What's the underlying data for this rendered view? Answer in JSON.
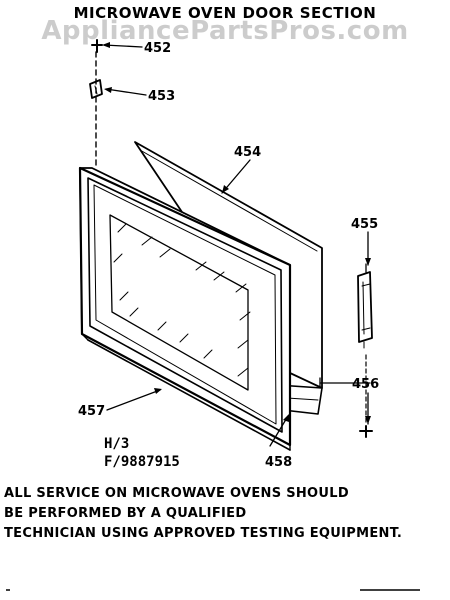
{
  "title": "MICROWAVE OVEN DOOR SECTION",
  "watermark": "AppliancePartsPros.com",
  "parts": {
    "p452": "452",
    "p453": "453",
    "p454": "454",
    "p455": "455",
    "p456": "456",
    "p457": "457",
    "p458": "458"
  },
  "codes": {
    "line1": "H/3",
    "line2": "F/9887915"
  },
  "notice": [
    "ALL SERVICE ON MICROWAVE OVENS SHOULD",
    "BE PERFORMED BY A QUALIFIED",
    "TECHNICIAN USING APPROVED TESTING EQUIPMENT."
  ]
}
